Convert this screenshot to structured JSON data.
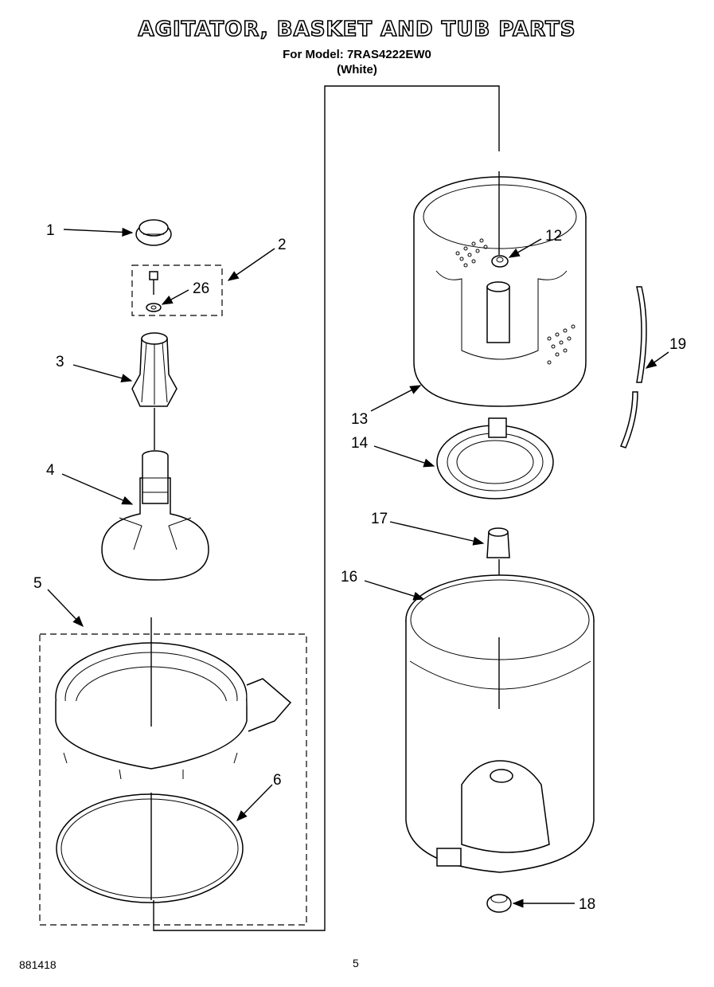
{
  "header": {
    "title": "AGITATOR, BASKET AND TUB PARTS",
    "model_line": "For Model: 7RAS4222EW0",
    "color_line": "(White)"
  },
  "footer": {
    "doc_code": "881418",
    "page": "5"
  },
  "callouts": {
    "c1": "1",
    "c2": "2",
    "c3": "3",
    "c4": "4",
    "c5": "5",
    "c6": "6",
    "c12": "12",
    "c13": "13",
    "c14": "14",
    "c16": "16",
    "c17": "17",
    "c18": "18",
    "c19": "19",
    "c26": "26"
  }
}
